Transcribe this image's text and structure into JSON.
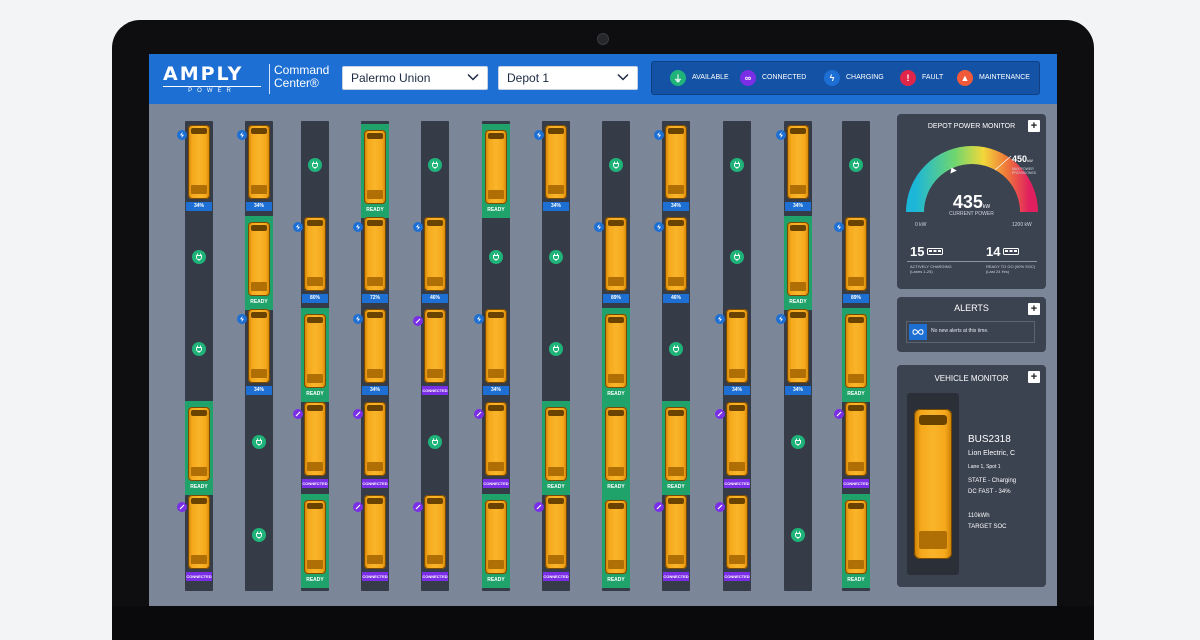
{
  "header": {
    "logo_main": "AMPLY",
    "logo_sub": "POWER",
    "app_title_line1": "Command",
    "app_title_line2": "Center®",
    "school_select": "Palermo Union",
    "depot_select": "Depot 1"
  },
  "legend": [
    {
      "label": "AVAILABLE",
      "icon": "plug-icon",
      "color": "#1fb37a"
    },
    {
      "label": "CONNECTED",
      "icon": "link-icon",
      "color": "#7a2ee6"
    },
    {
      "label": "CHARGING",
      "icon": "bolt-icon",
      "color": "#1d6fd4"
    },
    {
      "label": "FAULT",
      "icon": "exclamation-icon",
      "color": "#e0254a"
    },
    {
      "label": "MAINTENANCE",
      "icon": "cone-icon",
      "color": "#f05a3a"
    }
  ],
  "lanes": [
    [
      "charging:34%",
      "available",
      "available",
      "ready:READY",
      "connected:CONNECTED"
    ],
    [
      "charging:34%",
      "ready:READY",
      "charging:34%",
      "available",
      "available"
    ],
    [
      "available",
      "charging:80%",
      "ready:READY",
      "connected:CONNECTED",
      "ready:READY"
    ],
    [
      "ready:READY",
      "charging:72%",
      "charging:34%",
      "connected:CONNECTED",
      "connected:CONNECTED"
    ],
    [
      "available",
      "charging:46%",
      "connected:CONNECTED",
      "available",
      "connected:CONNECTED"
    ],
    [
      "ready:READY",
      "available",
      "charging:34%",
      "connected:CONNECTED",
      "ready:READY"
    ],
    [
      "charging:34%",
      "available",
      "available",
      "ready:READY",
      "connected:CONNECTED"
    ],
    [
      "available",
      "charging:89%",
      "ready:READY",
      "ready:READY",
      "ready:READY"
    ],
    [
      "charging:34%",
      "charging:46%",
      "available",
      "ready:READY",
      "connected:CONNECTED"
    ],
    [
      "available",
      "available",
      "charging:34%",
      "connected:CONNECTED",
      "connected:CONNECTED"
    ],
    [
      "charging:34%",
      "ready:READY",
      "charging:34%",
      "available",
      "available"
    ],
    [
      "available",
      "charging:89%",
      "ready:READY",
      "connected:CONNECTED",
      "ready:READY"
    ]
  ],
  "depot_power_monitor": {
    "title": "DEPOT POWER MONITOR",
    "current_value": "435",
    "current_unit": "kW",
    "current_label": "CURRENT POWER",
    "max_value": "450",
    "max_unit": "kW",
    "max_label_1": "MAX POWER",
    "max_label_2": "PROVISIONED",
    "scale_min": "0 kW",
    "scale_max": "1200 kW",
    "gauge_level": 0.3625,
    "stat1_value": "15",
    "stat1_label": "ACTIVELY CHARGING",
    "stat1_sub": "(Lanes 1-25)",
    "stat2_value": "14",
    "stat2_label": "READY TO GO (90% SOC)",
    "stat2_sub": "(Last 24 Hrs)"
  },
  "alerts": {
    "title": "ALERTS",
    "message": "No new alerts at this time."
  },
  "vehicle_monitor": {
    "title": "VEHICLE MONITOR",
    "bus_id": "BUS2318",
    "model": "Lion Electric, C",
    "location": "Lane 1, Spot 1",
    "state": "STATE - Charging",
    "charge_type": "DC FAST - 34%",
    "capacity": "110kWh",
    "target": "TARGET SOC"
  }
}
